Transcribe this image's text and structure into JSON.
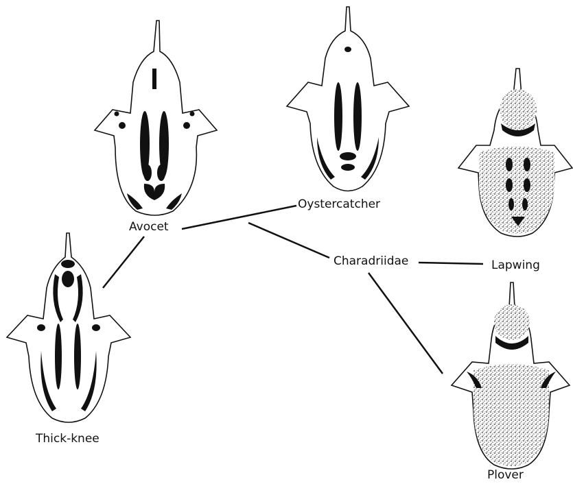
{
  "figure": {
    "labels": {
      "avocet": "Avocet",
      "oystercatcher": "Oystercatcher",
      "charadriidae": "Charadriidae",
      "lapwing": "Lapwing",
      "thick_knee": "Thick-knee",
      "plover": "Plover"
    },
    "colors": {
      "ink": "#111111",
      "stipple": "#9a9a9a",
      "background": "#ffffff"
    }
  }
}
